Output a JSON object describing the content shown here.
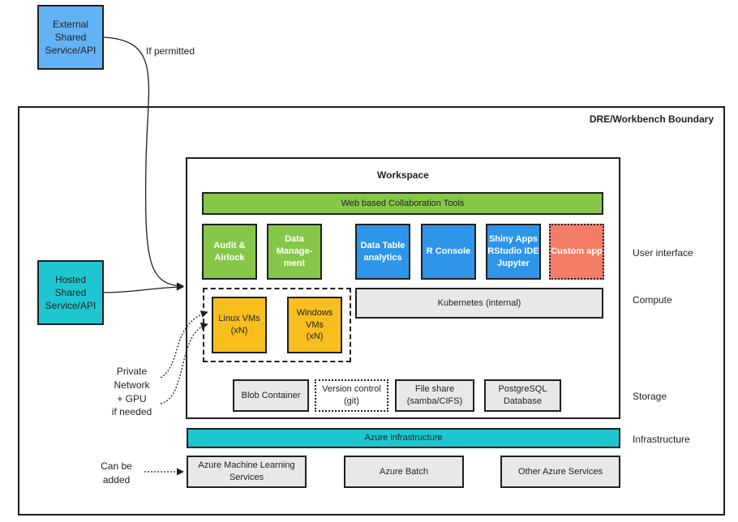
{
  "boundary": {
    "title": "DRE/Workbench Boundary"
  },
  "workspace": {
    "title": "Workspace"
  },
  "external": {
    "label": "External\nShared\nService/API",
    "edge_label": "If permitted"
  },
  "hosted": {
    "label": "Hosted\nShared\nService/API"
  },
  "ui": {
    "collab": "Web based Collaboration Tools",
    "audit": "Audit &\nAirlock",
    "data_mgmt": "Data\nManage-\nment",
    "data_table": "Data Table\nanalytics",
    "r_console": "R Console",
    "shiny": "Shiny Apps\nRStudio IDE\nJupyter",
    "custom": "Custom app"
  },
  "compute": {
    "linux": "Linux VMs\n(xN)",
    "windows": "Windows\nVMs\n(xN)",
    "kubernetes": "Kubernetes (internal)"
  },
  "storage": {
    "blob": "Blob Container",
    "version": "Version control\n(git)",
    "fileshare": "File share\n(samba/CIFS)",
    "postgres": "PostgreSQL\nDatabase"
  },
  "infra": {
    "azure": "Azure infrastructure"
  },
  "addons": {
    "aml": "Azure Machine Learning\nServices",
    "batch": "Azure Batch",
    "other": "Other Azure Services"
  },
  "side_labels": {
    "private": "Private\nNetwork\n+ GPU\nif needed",
    "can_be_added": "Can be\nadded"
  },
  "layers": {
    "ui": "User interface",
    "compute": "Compute",
    "storage": "Storage",
    "infrastructure": "Infrastructure"
  },
  "colors": {
    "green": "#86c74a",
    "blue": "#2e95e8",
    "light_blue": "#62b3f5",
    "teal": "#1ec7cf",
    "yellow": "#f7be1e",
    "salmon": "#f37d66",
    "grey": "#e8e8e8"
  }
}
